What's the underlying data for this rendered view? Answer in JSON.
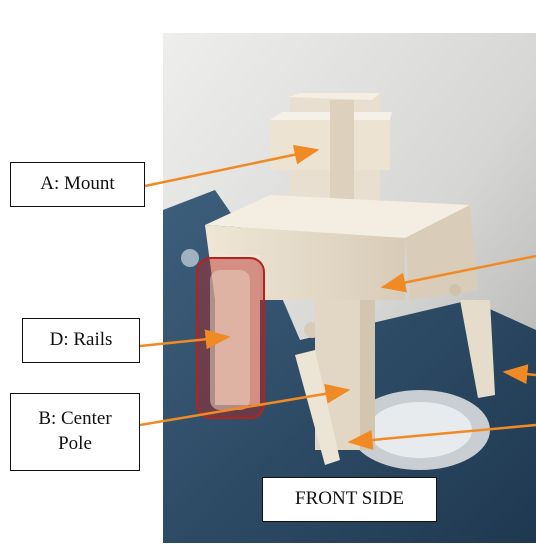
{
  "labels": {
    "mount": "A: Mount",
    "rails": "D: Rails",
    "center_pole": "B: Center\nPole",
    "front_side": "FRONT SIDE"
  },
  "colors": {
    "arrow": "#f08a24",
    "rail_highlight": "#b3241e",
    "photo_background": "#d9d9d9",
    "plastic_part": "#e7dccb",
    "blue_base": "#2c4a64",
    "label_border": "#111111"
  },
  "icons": [
    "photo-of-printed-part",
    "arrow"
  ]
}
